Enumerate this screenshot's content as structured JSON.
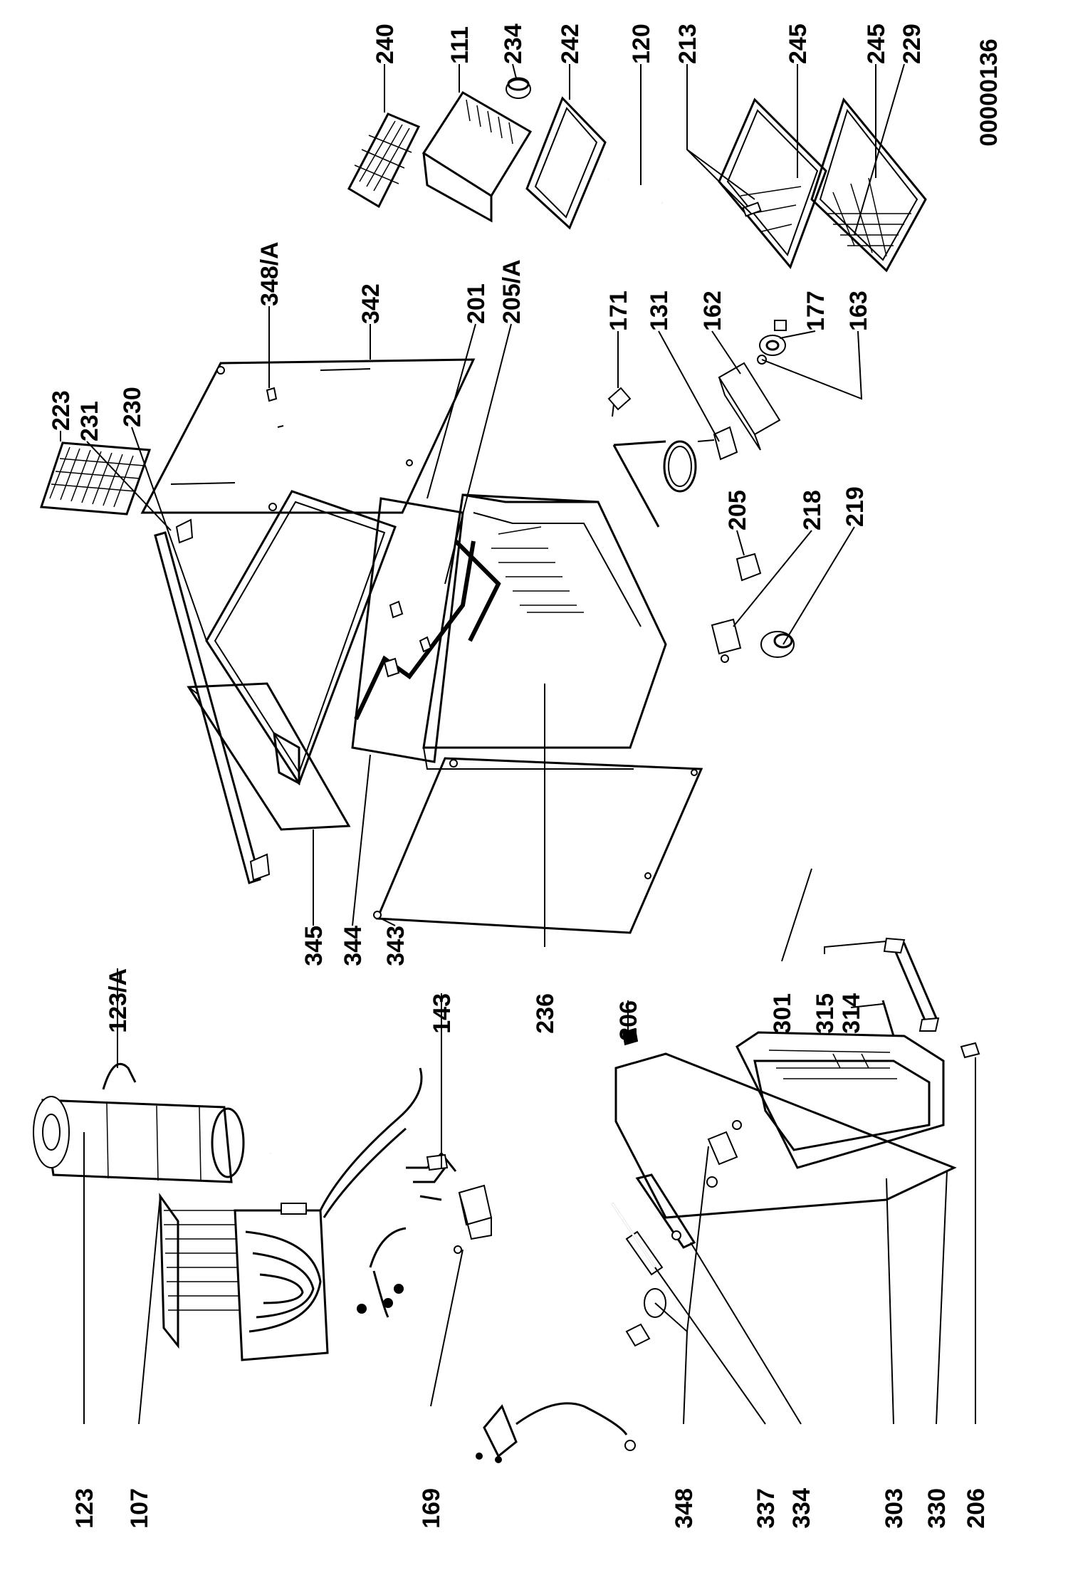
{
  "diagram_code": "00000136",
  "labels": {
    "l240": "240",
    "l111": "111",
    "l234": "234",
    "l242": "242",
    "l120": "120",
    "l213": "213",
    "l245a": "245",
    "l245b": "245",
    "l229": "229",
    "l223": "223",
    "l231": "231",
    "l230": "230",
    "l348A": "348/A",
    "l342": "342",
    "l201": "201",
    "l205A": "205/A",
    "l171": "171",
    "l131": "131",
    "l162": "162",
    "l177": "177",
    "l163": "163",
    "l205": "205",
    "l218": "218",
    "l219": "219",
    "l123A": "123/A",
    "l345": "345",
    "l344": "344",
    "l343": "343",
    "l143": "143",
    "l236": "236",
    "l206a": "206",
    "l301": "301",
    "l315": "315",
    "l314": "314",
    "l123": "123",
    "l107": "107",
    "l169": "169",
    "l348": "348",
    "l337": "337",
    "l334": "334",
    "l303": "303",
    "l330": "330",
    "l206b": "206"
  }
}
